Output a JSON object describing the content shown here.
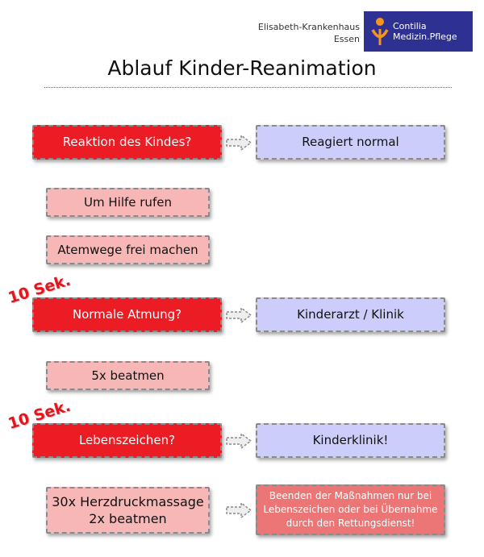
{
  "header": {
    "hospital_line1": "Elisabeth-Krankenhaus",
    "hospital_line2": "Essen",
    "logo_line1": "Contilia",
    "logo_line2": "Medizin.Pflege"
  },
  "title": "Ablauf Kinder-Reanimation",
  "timers": {
    "first": "10 Sek.",
    "second": "10 Sek."
  },
  "steps": {
    "reaction": "Reaktion des Kindes?",
    "reacts_normal": "Reagiert normal",
    "call_help": "Um Hilfe rufen",
    "airway": "Atemwege frei machen",
    "breathing": "Normale Atmung?",
    "pediatrician": "Kinderarzt / Klinik",
    "ventilate": "5x beatmen",
    "signs_of_life": "Lebenszeichen?",
    "childrens_clinic": "Kinderklinik!",
    "cpr_line1": "30x Herzdruckmassage",
    "cpr_line2": "2x beatmen",
    "stop_line1": "Beenden der Maßnahmen nur bei",
    "stop_line2": "Lebenszeichen oder bei Übernahme",
    "stop_line3": "durch den Rettungsdienst!"
  },
  "colors": {
    "question": "#ec1c24",
    "action": "#f8b7b7",
    "outcome": "#cdcdfb",
    "note": "#ec7575"
  }
}
